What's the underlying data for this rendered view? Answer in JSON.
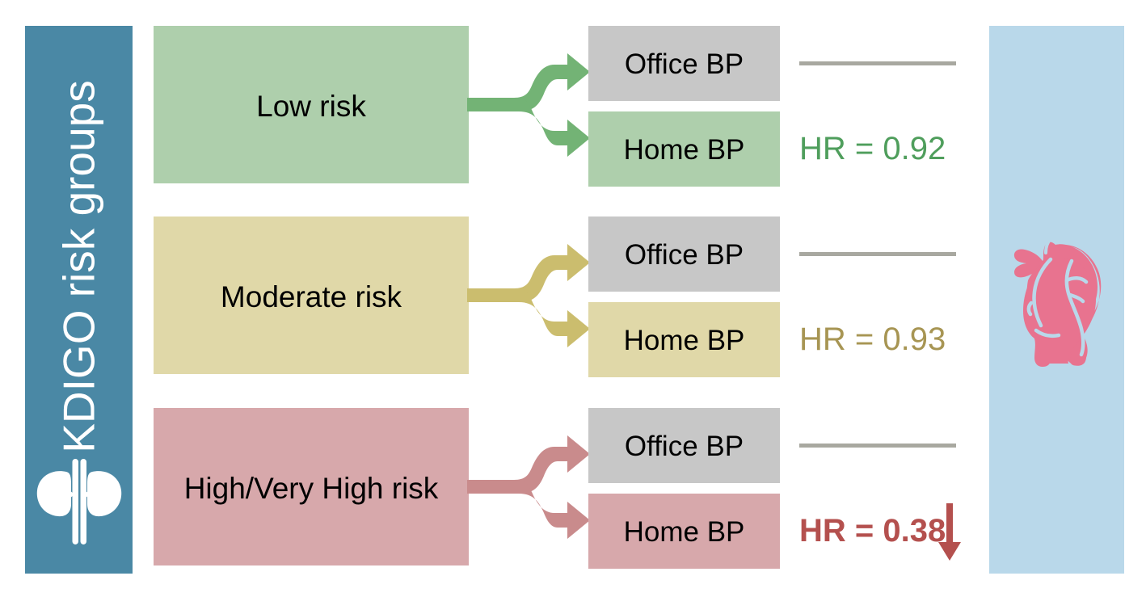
{
  "sidebar": {
    "label": "KDIGO risk groups",
    "icon": "kidney-icon",
    "bg_color": "#4a88a5",
    "text_color": "#ffffff"
  },
  "right_panel": {
    "icon": "heart-icon",
    "bg_color": "#b9d8ea",
    "icon_color": "#e8738f"
  },
  "measurement_labels": {
    "office": "Office BP",
    "home": "Home BP",
    "office_bg": "#c7c7c7",
    "reference_line_color": "#a8a8a0"
  },
  "rows": [
    {
      "risk_label": "Low risk",
      "box_color": "#aecfac",
      "arrow_color": "#73b375",
      "home_bp_color": "#aecfac",
      "hr_label": "HR = 0.92",
      "hr_color": "#4f9e5c",
      "hr_bold": false,
      "has_down_arrow": false,
      "office_reference": true
    },
    {
      "risk_label": "Moderate risk",
      "box_color": "#e0d8a8",
      "arrow_color": "#cbbd6e",
      "home_bp_color": "#e0d8a8",
      "hr_label": "HR = 0.93",
      "hr_color": "#a79553",
      "hr_bold": false,
      "has_down_arrow": false,
      "office_reference": true
    },
    {
      "risk_label": "High/Very High risk",
      "box_color": "#d7a8ab",
      "arrow_color": "#c98b8c",
      "home_bp_color": "#d7a8ab",
      "hr_label": "HR = 0.38",
      "hr_color": "#b4504e",
      "hr_bold": true,
      "has_down_arrow": true,
      "office_reference": true
    }
  ]
}
